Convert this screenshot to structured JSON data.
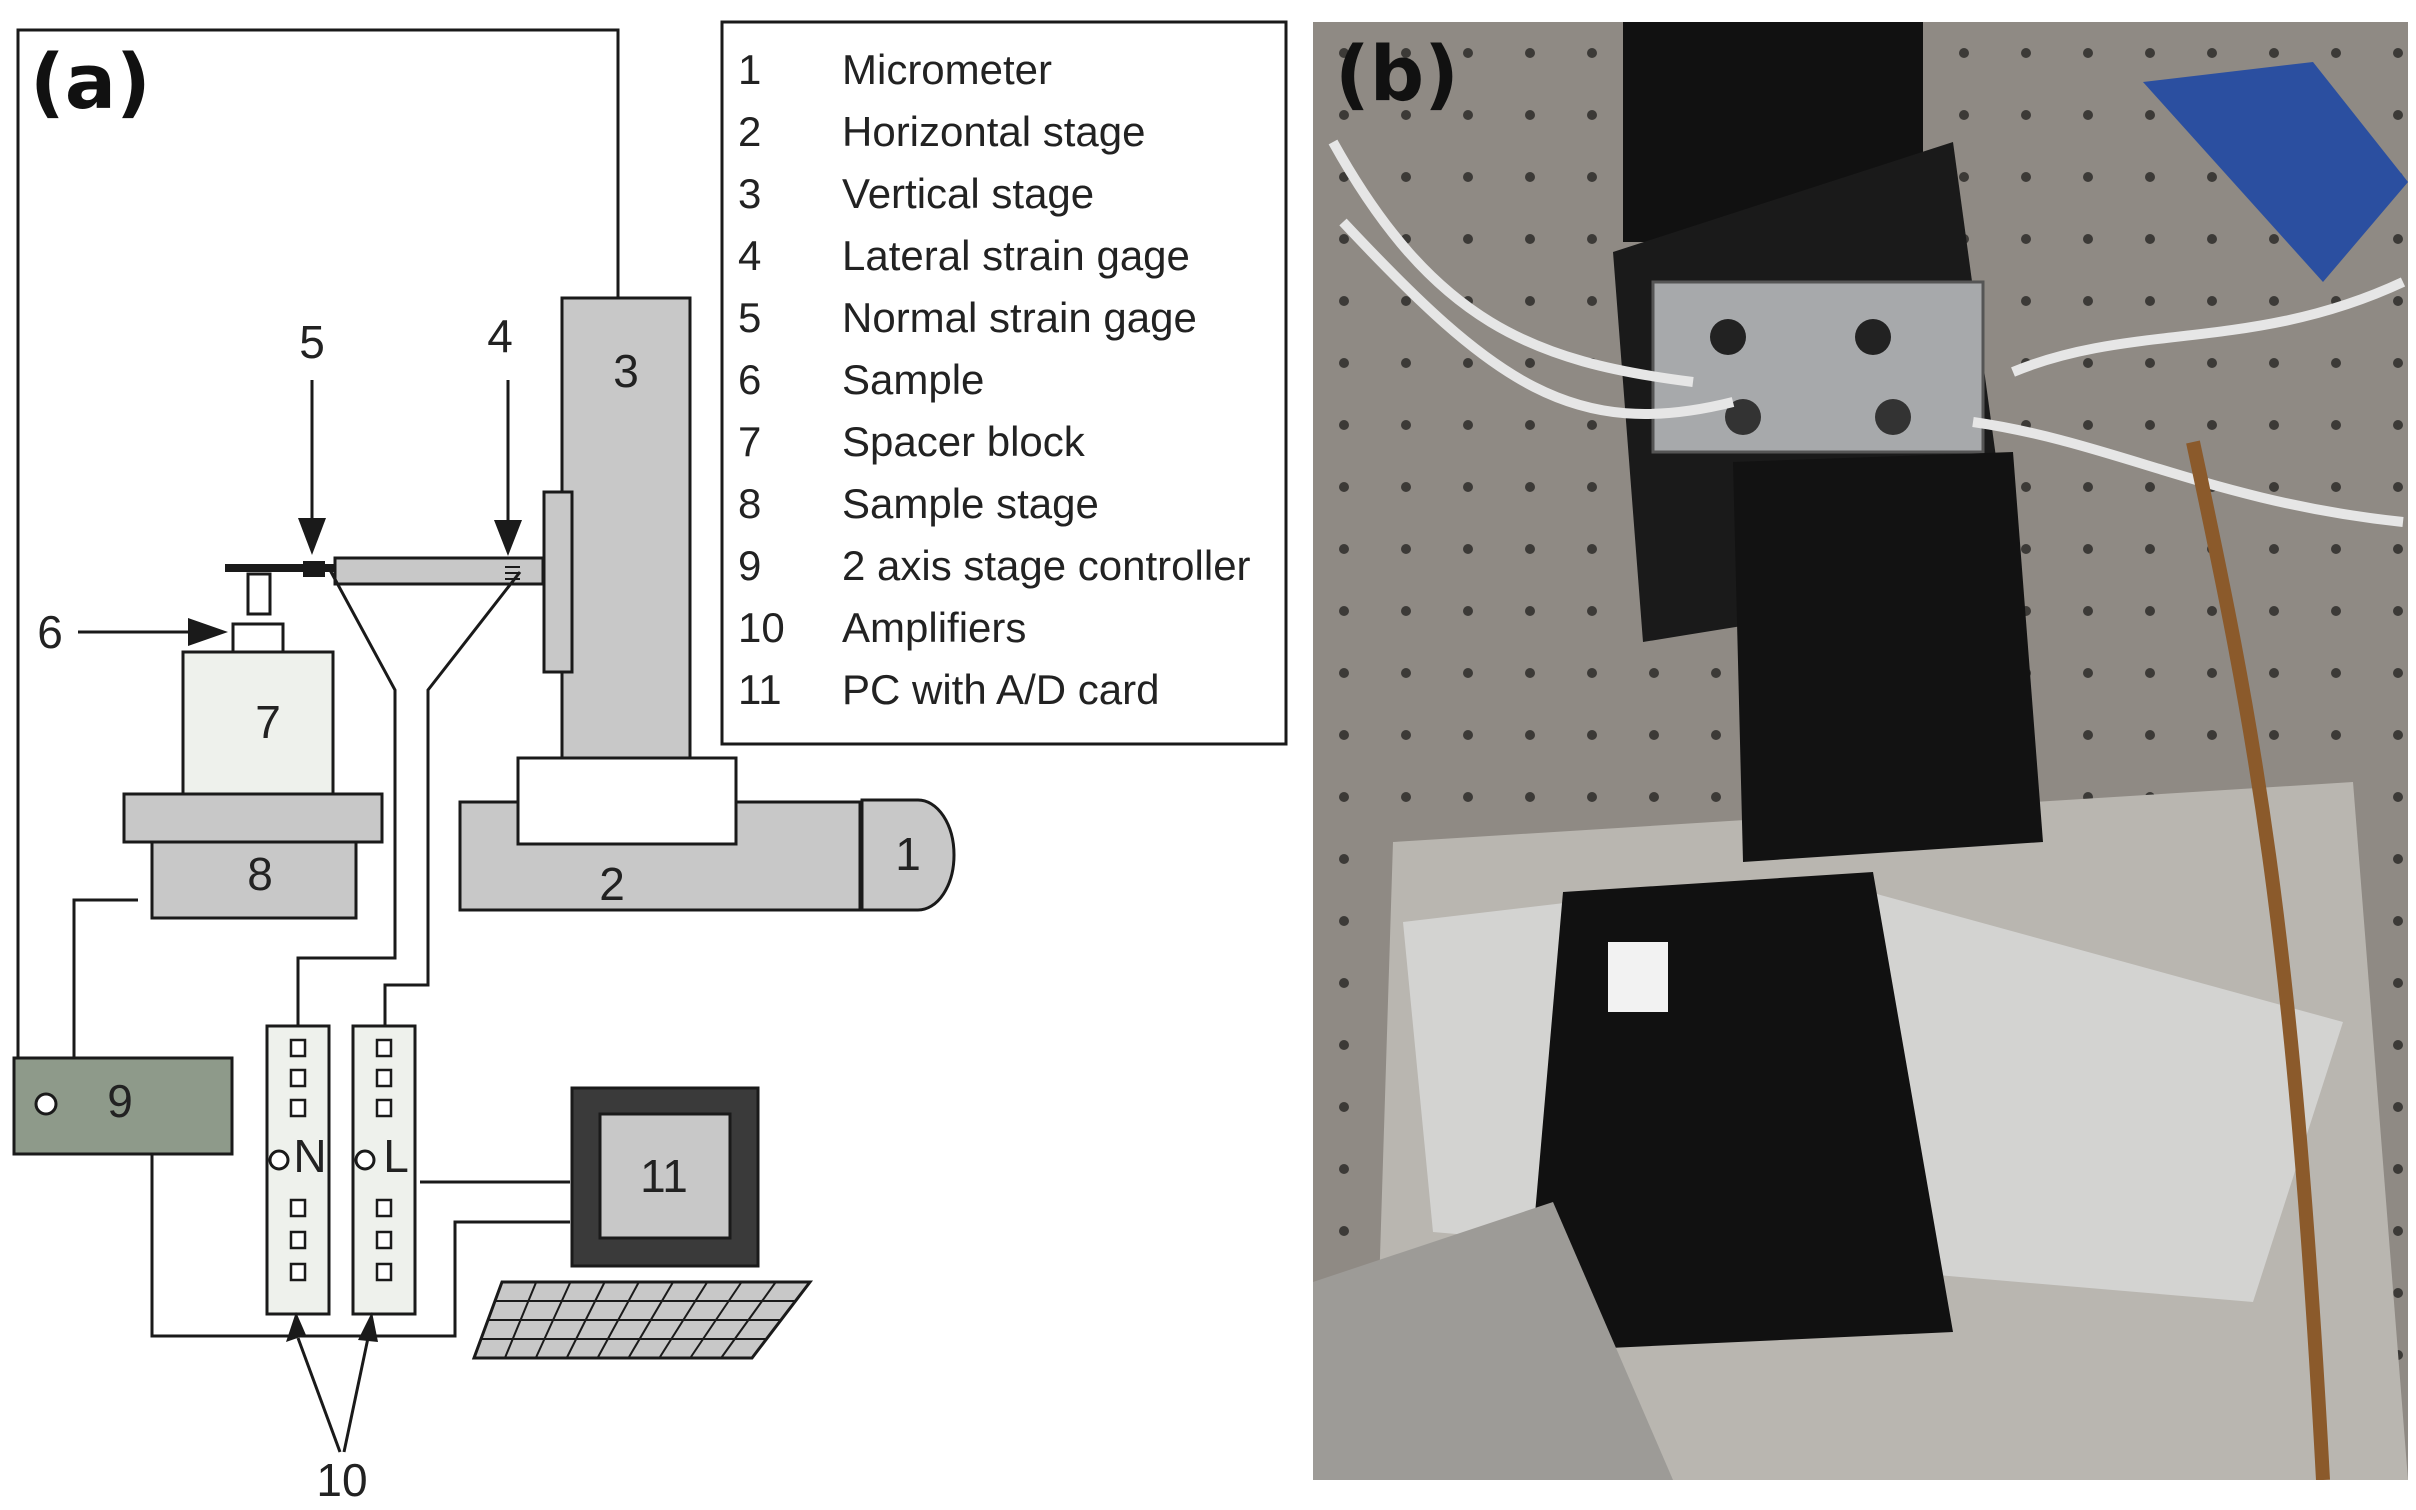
{
  "panels": {
    "a": "(a)",
    "b": "(b)"
  },
  "components": {
    "c1": "1",
    "c2": "2",
    "c3": "3",
    "c4": "4",
    "c5": "5",
    "c6": "6",
    "c7": "7",
    "c8": "8",
    "c9": "9",
    "c10": "10",
    "c11": "11",
    "amp_n": "N",
    "amp_l": "L"
  },
  "legend": [
    {
      "num": "1",
      "label": "Micrometer"
    },
    {
      "num": "2",
      "label": "Horizontal stage"
    },
    {
      "num": "3",
      "label": "Vertical stage"
    },
    {
      "num": "4",
      "label": "Lateral strain gage"
    },
    {
      "num": "5",
      "label": "Normal strain gage"
    },
    {
      "num": "6",
      "label": "Sample"
    },
    {
      "num": "7",
      "label": "Spacer block"
    },
    {
      "num": "8",
      "label": "Sample stage"
    },
    {
      "num": "9",
      "label": "2 axis stage controller"
    },
    {
      "num": "10",
      "label": "Amplifiers"
    },
    {
      "num": "11",
      "label": "PC with A/D card"
    }
  ],
  "colors": {
    "stage_gray": "#c8c8c8",
    "controller_green": "#8e9a8a",
    "spacer_fill": "#eef1ec",
    "monitor_dark": "#3a3a3a",
    "line": "#1a1a1a"
  }
}
